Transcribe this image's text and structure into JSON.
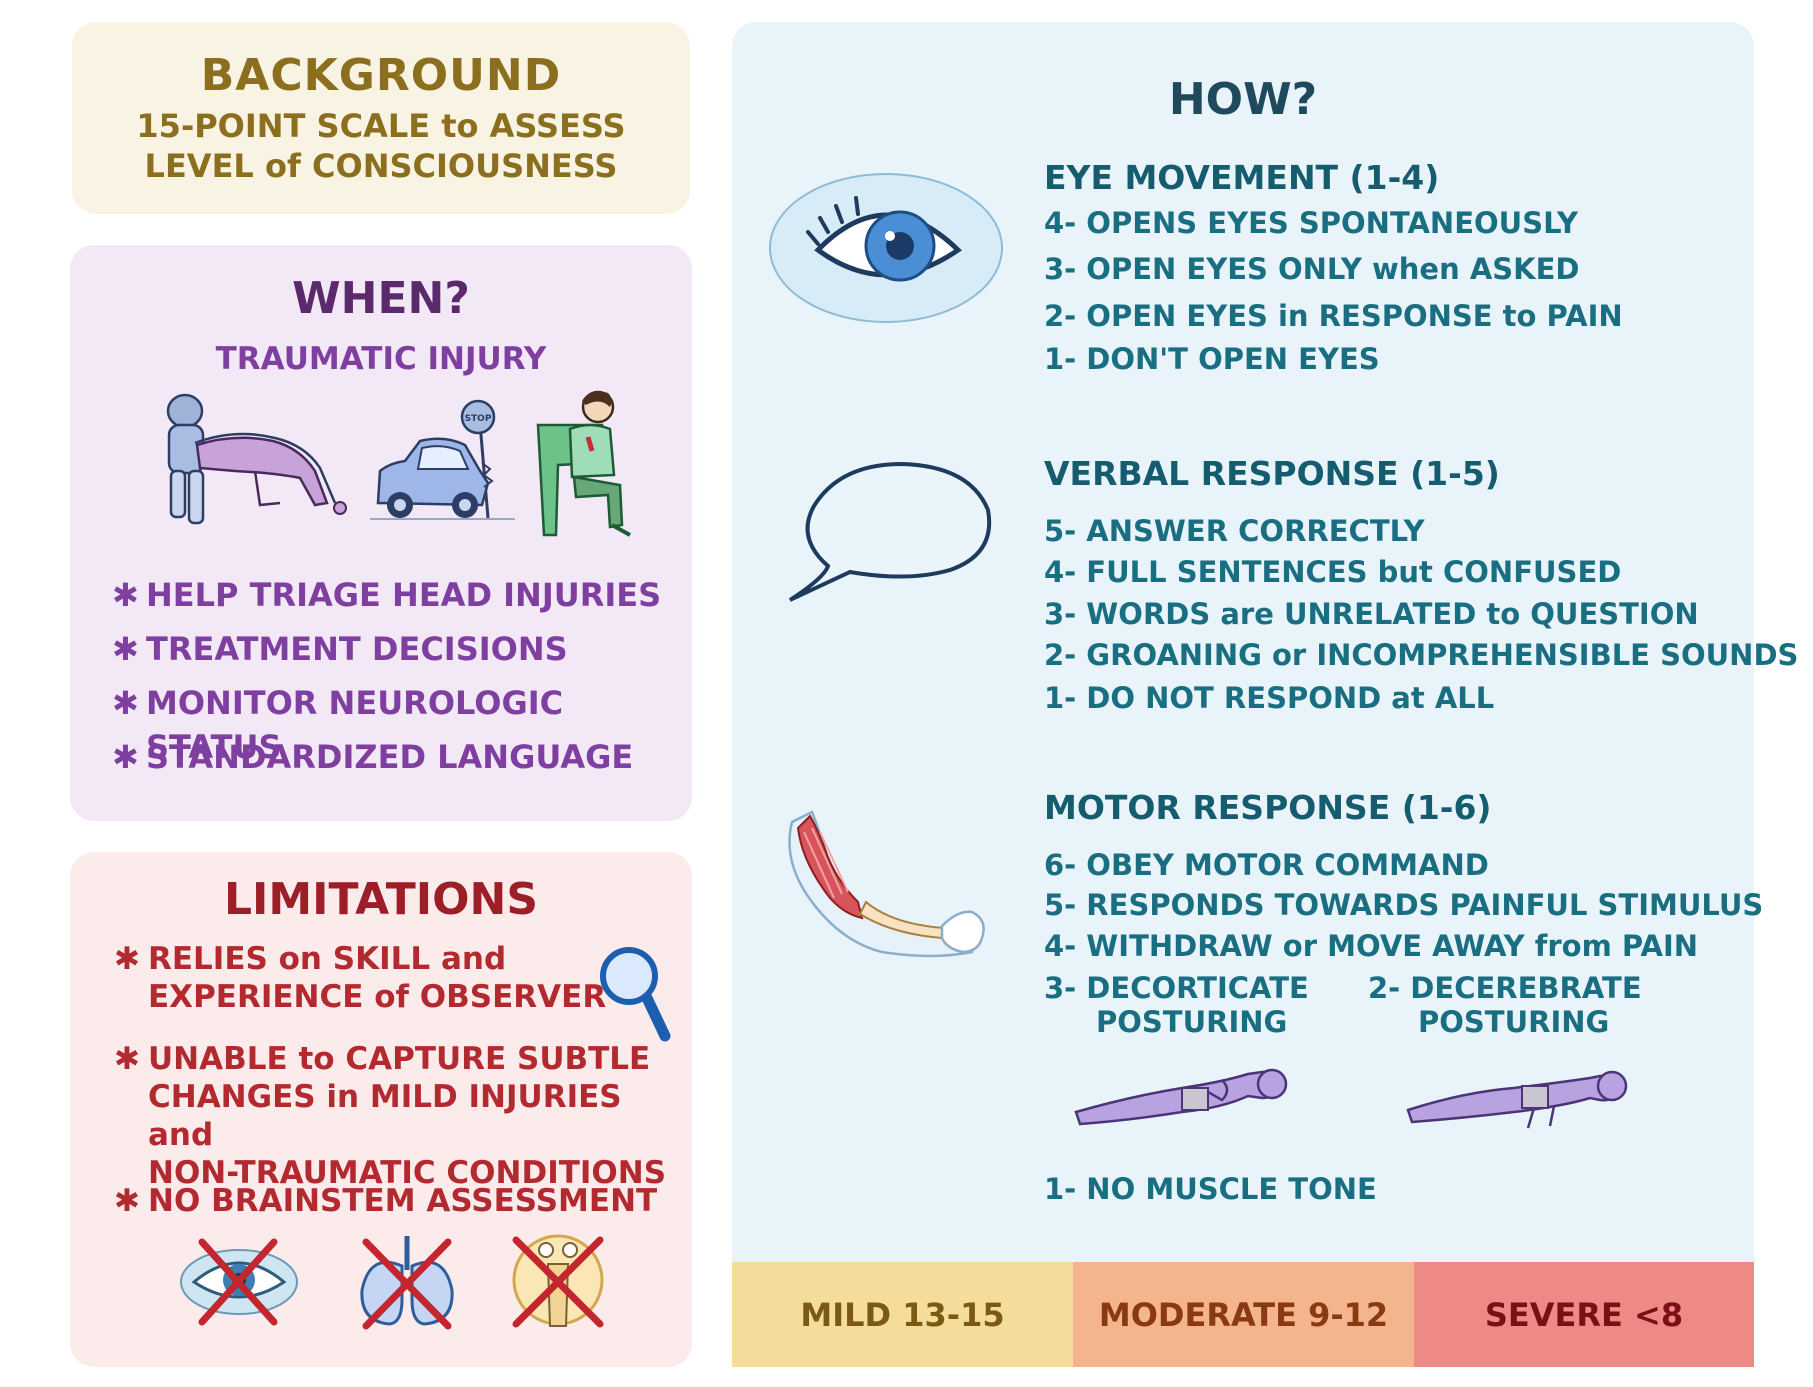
{
  "background": {
    "title": "BACKGROUND",
    "subtitle_line1": "15-POINT SCALE to ASSESS",
    "subtitle_line2": "LEVEL of CONSCIOUSNESS"
  },
  "when": {
    "title": "WHEN?",
    "subtitle": "TRAUMATIC INJURY",
    "bullet_symbol": "✱",
    "items": [
      "HELP TRIAGE HEAD INJURIES",
      "TREATMENT DECISIONS",
      "MONITOR NEUROLOGIC STATUS",
      "STANDARDIZED LANGUAGE"
    ],
    "illustrations": [
      "football-tackle-illustration",
      "car-crash-illustration",
      "injured-man-illustration"
    ],
    "stop_sign_text": "STOP"
  },
  "limitations": {
    "title": "LIMITATIONS",
    "items": [
      {
        "line1": "RELIES on SKILL and",
        "line2": "EXPERIENCE of OBSERVER"
      },
      {
        "line1": "UNABLE to CAPTURE SUBTLE",
        "line2": "CHANGES in MILD INJURIES and",
        "line3": "NON-TRAUMATIC CONDITIONS"
      },
      {
        "line1": "NO BRAINSTEM ASSESSMENT"
      }
    ],
    "icons": [
      "magnifier-icon",
      "crossed-eye-icon",
      "crossed-lungs-icon",
      "crossed-brainstem-icon"
    ]
  },
  "how": {
    "title": "HOW?",
    "eye": {
      "title": "EYE MOVEMENT (1-4)",
      "lines": [
        "4- OPENS EYES SPONTANEOUSLY",
        "3- OPEN EYES ONLY when ASKED",
        "2- OPEN EYES in RESPONSE to PAIN",
        "1- DON'T OPEN EYES"
      ]
    },
    "verbal": {
      "title": "VERBAL RESPONSE (1-5)",
      "lines": [
        "5- ANSWER CORRECTLY",
        "4- FULL SENTENCES but CONFUSED",
        "3- WORDS are UNRELATED to QUESTION",
        "2- GROANING or INCOMPREHENSIBLE SOUNDS",
        "1- DO NOT RESPOND at ALL"
      ]
    },
    "motor": {
      "title": "MOTOR RESPONSE (1-6)",
      "lines": [
        "6- OBEY MOTOR COMMAND",
        "5- RESPONDS TOWARDS PAINFUL STIMULUS",
        "4- WITHDRAW or MOVE AWAY from PAIN"
      ],
      "decorticate_line1": "3- DECORTICATE",
      "decorticate_line2": "POSTURING",
      "decerebrate_line1": "2- DECEREBRATE",
      "decerebrate_line2": "POSTURING",
      "last_line": "1- NO MUSCLE TONE"
    }
  },
  "severity": {
    "mild": "MILD 13-15",
    "moderate": "MODERATE 9-12",
    "severe": "SEVERE <8"
  },
  "colors": {
    "background_card": "#f8f3e2",
    "when_card": "#f3e8f6",
    "limitations_card": "#fcebeb",
    "how_card": "#e8f4f9",
    "mild": "#f6dc9b",
    "moderate": "#f4b48e",
    "severe": "#ee8a86"
  }
}
